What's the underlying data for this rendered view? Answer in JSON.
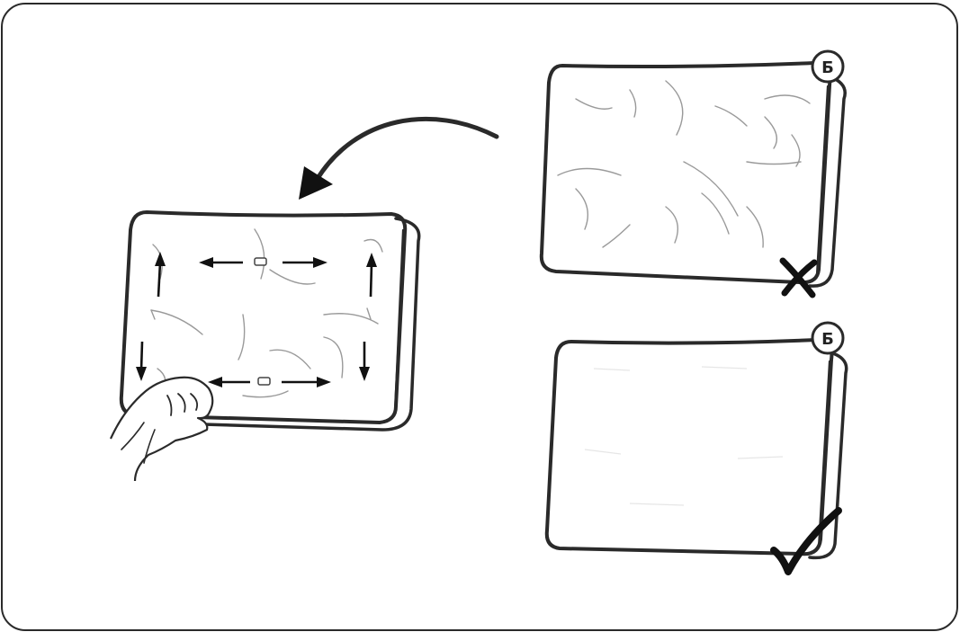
{
  "instruction": {
    "panels": [
      {
        "id": "shake-panel",
        "label": "",
        "marks": [
          "arrows-outward"
        ]
      },
      {
        "id": "wrong-panel",
        "label": "Б",
        "mark": "cross-icon"
      },
      {
        "id": "correct-panel",
        "label": "Б",
        "mark": "check-icon"
      }
    ]
  },
  "colors": {
    "line": "#2a2a2a",
    "hair": "#9a9a9a",
    "background": "#ffffff"
  }
}
